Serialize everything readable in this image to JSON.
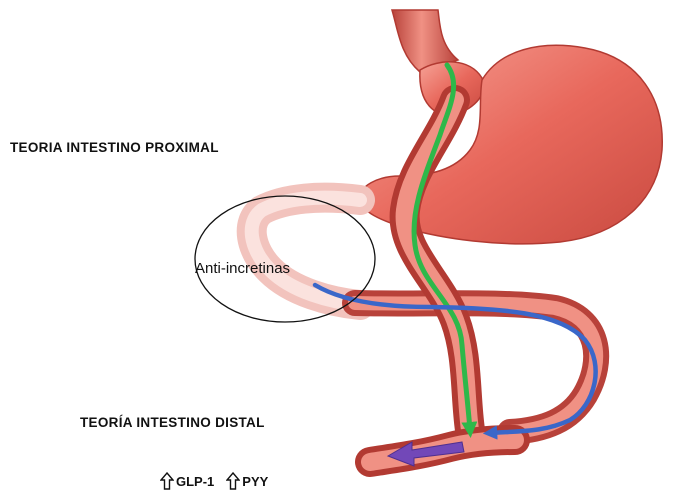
{
  "labels": {
    "proximal": "TEORIA INTESTINO PROXIMAL",
    "distal": "TEORÍA INTESTINO DISTAL",
    "anti_incretins": "Anti-incretinas"
  },
  "hormones": [
    {
      "name": "GLP-1",
      "icon": "hollow-up-arrow-icon"
    },
    {
      "name": "PYY",
      "icon": "hollow-up-arrow-icon"
    }
  ],
  "colors": {
    "stomach": "#e8685c",
    "stomach_light": "#f4a79a",
    "intestine": "#d9574c",
    "intestine_edge": "#b23a32",
    "excluded_bowel": "#f6c9c4",
    "green_arrow": "#2eb84a",
    "blue_arrow": "#3a67c9",
    "purple_arrow": "#7248b8"
  }
}
